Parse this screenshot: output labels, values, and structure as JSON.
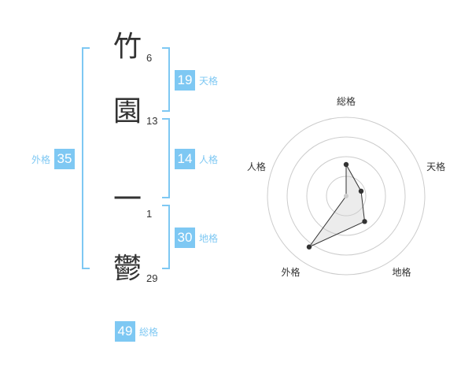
{
  "name": {
    "chars": [
      {
        "char": "竹",
        "strokes": "6"
      },
      {
        "char": "園",
        "strokes": "13"
      },
      {
        "char": "一",
        "strokes": "1"
      },
      {
        "char": "鬱",
        "strokes": "29"
      }
    ]
  },
  "fortune": {
    "tenkaku": {
      "value": "19",
      "label": "天格"
    },
    "jinkaku": {
      "value": "14",
      "label": "人格"
    },
    "chikaku": {
      "value": "30",
      "label": "地格"
    },
    "gaikaku": {
      "value": "35",
      "label": "外格"
    },
    "soukaku": {
      "value": "49",
      "label": "総格"
    }
  },
  "colors": {
    "accent": "#7ec8f3",
    "text": "#333333",
    "grid": "#cccccc"
  },
  "chart_data": {
    "type": "radar",
    "axes": [
      "総格",
      "天格",
      "地格",
      "外格",
      "人格"
    ],
    "values": [
      2,
      1,
      2,
      4,
      0
    ],
    "max": 5,
    "rings": 4,
    "grid": true
  }
}
